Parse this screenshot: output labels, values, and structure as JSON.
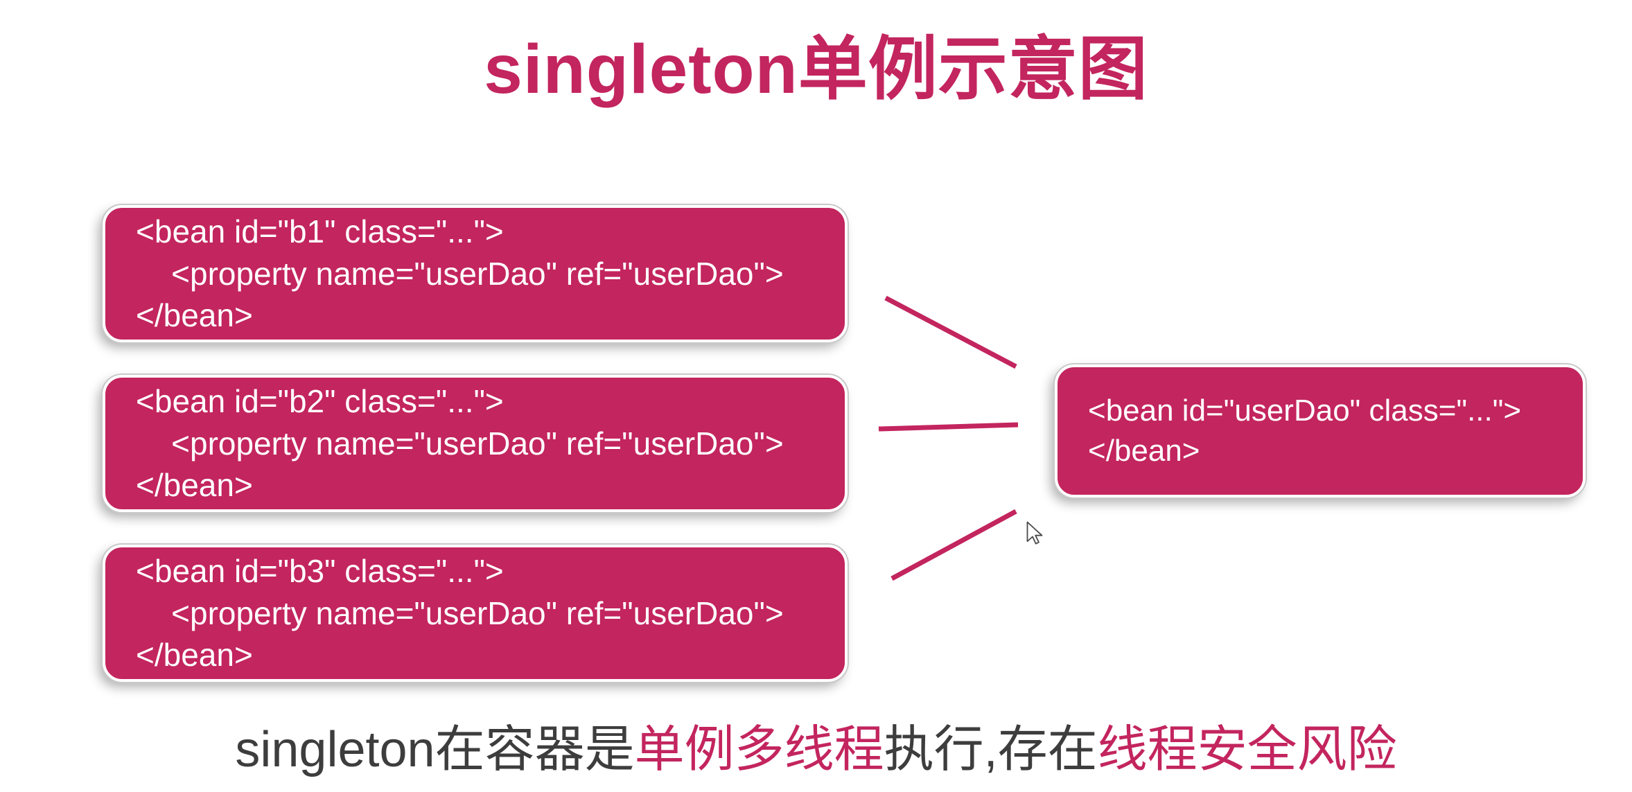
{
  "title": "singleton单例示意图",
  "colors": {
    "accent": "#c3255e",
    "box_background": "#c3255e",
    "box_border": "#ffffff",
    "box_text": "#ffffff",
    "caption_dark": "#3d3d3d"
  },
  "diagram": {
    "left_boxes": [
      {
        "id": "b1",
        "lines": [
          "<bean id=\"b1\" class=\"...\">",
          "    <property name=\"userDao\" ref=\"userDao\">",
          "</bean>"
        ]
      },
      {
        "id": "b2",
        "lines": [
          "<bean id=\"b2\" class=\"...\">",
          "    <property name=\"userDao\" ref=\"userDao\">",
          "</bean>"
        ]
      },
      {
        "id": "b3",
        "lines": [
          "<bean id=\"b3\" class=\"...\">",
          "    <property name=\"userDao\" ref=\"userDao\">",
          "</bean>"
        ]
      }
    ],
    "right_box": {
      "id": "userDao",
      "lines": [
        "<bean id=\"userDao\" class=\"...\">",
        "</bean>"
      ]
    }
  },
  "caption": {
    "segments": [
      {
        "text": "singleton在容器是",
        "style": "dark"
      },
      {
        "text": "单例多线程",
        "style": "accent"
      },
      {
        "text": "执行,存在",
        "style": "dark"
      },
      {
        "text": "线程安全风险",
        "style": "accent"
      }
    ]
  }
}
